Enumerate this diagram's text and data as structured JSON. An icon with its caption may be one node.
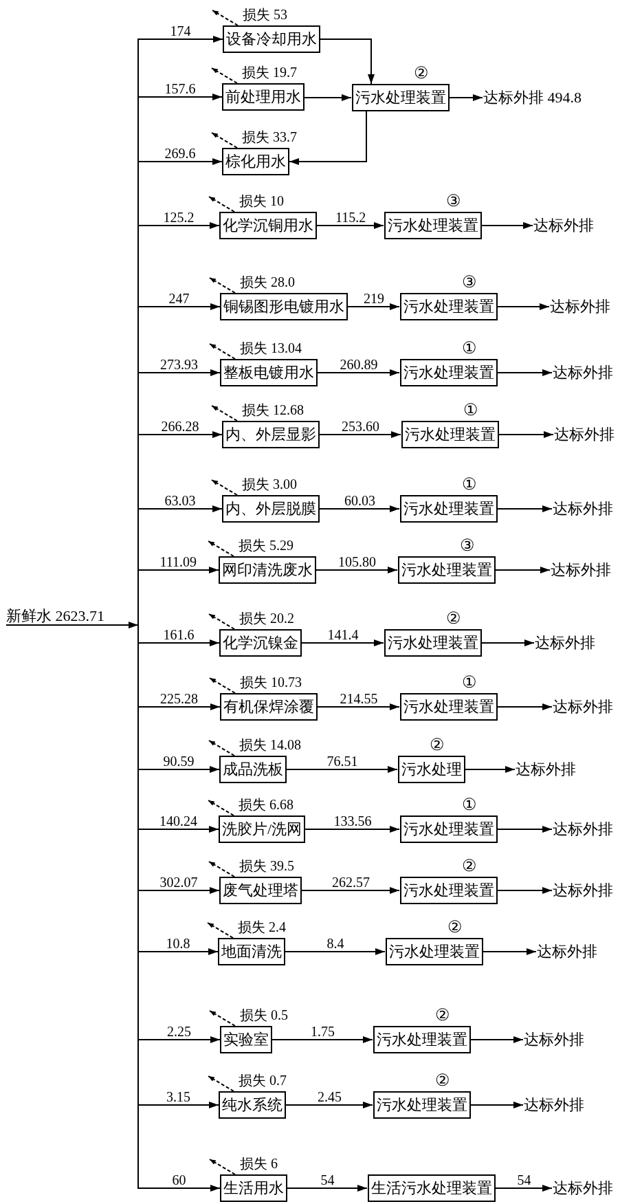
{
  "diagram": {
    "nodes": [
      {
        "text": [
          "新鲜水 2623.71"
        ]
      },
      {
        "text": [
          "设备冷却用水"
        ]
      },
      {
        "text": [
          "前处理用水"
        ]
      },
      {
        "text": [
          "污水处理装置"
        ],
        "beside": [
          "②"
        ]
      },
      {
        "text": [
          "达标外排 494.8"
        ]
      },
      {
        "text": [
          "棕化用水"
        ]
      },
      {
        "text": [
          "化学沉铜用水"
        ]
      },
      {
        "text": [
          "污水处理装置"
        ],
        "beside": [
          "③"
        ]
      },
      {
        "text": [
          "达标外排"
        ]
      },
      {
        "text": [
          "铜锡图形电镀用水"
        ]
      },
      {
        "text": [
          "污水处理装置"
        ],
        "beside": [
          "③"
        ]
      },
      {
        "text": [
          "达标外排"
        ]
      },
      {
        "text": [
          "整板电镀用水"
        ]
      },
      {
        "text": [
          "污水处理装置"
        ],
        "beside": [
          "①"
        ]
      },
      {
        "text": [
          "达标外排"
        ]
      },
      {
        "text": [
          "内、外层显影"
        ]
      },
      {
        "text": [
          "污水处理装置"
        ],
        "beside": [
          "①"
        ]
      },
      {
        "text": [
          "达标外排"
        ]
      },
      {
        "text": [
          "内、外层脱膜"
        ]
      },
      {
        "text": [
          "污水处理装置"
        ],
        "beside": [
          "①"
        ]
      },
      {
        "text": [
          "达标外排"
        ]
      },
      {
        "text": [
          "网印清洗废水"
        ]
      },
      {
        "text": [
          "污水处理装置"
        ],
        "beside": [
          "③"
        ]
      },
      {
        "text": [
          "达标外排"
        ]
      },
      {
        "text": [
          "化学沉镍金"
        ]
      },
      {
        "text": [
          "污水处理装置"
        ],
        "beside": [
          "②"
        ]
      },
      {
        "text": [
          "达标外排"
        ]
      },
      {
        "text": [
          "有机保焊涂覆"
        ]
      },
      {
        "text": [
          "污水处理装置"
        ],
        "beside": [
          "①"
        ]
      },
      {
        "text": [
          "达标外排"
        ]
      },
      {
        "text": [
          "成品洗板"
        ]
      },
      {
        "text": [
          "污水处理"
        ],
        "beside": [
          "②"
        ]
      },
      {
        "text": [
          "达标外排"
        ]
      },
      {
        "text": [
          "洗胶片/洗网"
        ]
      },
      {
        "text": [
          "污水处理装置"
        ],
        "beside": [
          "①"
        ]
      },
      {
        "text": [
          "达标外排"
        ]
      },
      {
        "text": [
          "废气处理塔"
        ]
      },
      {
        "text": [
          "污水处理装置"
        ],
        "beside": [
          "②"
        ]
      },
      {
        "text": [
          "达标外排"
        ]
      },
      {
        "text": [
          "地面清洗"
        ]
      },
      {
        "text": [
          "污水处理装置"
        ],
        "beside": [
          "②"
        ]
      },
      {
        "text": [
          "达标外排"
        ]
      },
      {
        "text": [
          "实验室"
        ]
      },
      {
        "text": [
          "污水处理装置"
        ],
        "beside": [
          "②"
        ]
      },
      {
        "text": [
          "达标外排"
        ]
      },
      {
        "text": [
          "纯水系统"
        ]
      },
      {
        "text": [
          "污水处理装置"
        ],
        "beside": [
          "②"
        ]
      },
      {
        "text": [
          "达标外排"
        ]
      },
      {
        "text": [
          "生活用水"
        ]
      },
      {
        "text": [
          "生活污水处理装置"
        ]
      },
      {
        "text": [
          "达标外排"
        ]
      }
    ],
    "edges": [
      {
        "from": 0,
        "to": 1,
        "arrow": "to",
        "label": "174"
      },
      {
        "from": 0,
        "to": 2,
        "arrow": "to",
        "label": "157.6"
      },
      {
        "from": 0,
        "to": 5,
        "arrow": "to",
        "label": "269.6"
      },
      {
        "from": 0,
        "to": 6,
        "arrow": "to",
        "label": "125.2"
      },
      {
        "from": 0,
        "to": 9,
        "arrow": "to",
        "label": "247"
      },
      {
        "from": 0,
        "to": 12,
        "arrow": "to",
        "label": "273.93"
      },
      {
        "from": 0,
        "to": 15,
        "arrow": "to",
        "label": "266.28"
      },
      {
        "from": 0,
        "to": 18,
        "arrow": "to",
        "label": "63.03"
      },
      {
        "from": 0,
        "to": 21,
        "arrow": "to",
        "label": "111.09"
      },
      {
        "from": 0,
        "to": 24,
        "arrow": "to",
        "label": "161.6"
      },
      {
        "from": 0,
        "to": 27,
        "arrow": "to",
        "label": "225.28"
      },
      {
        "from": 0,
        "to": 30,
        "arrow": "to",
        "label": "90.59"
      },
      {
        "from": 0,
        "to": 33,
        "arrow": "to",
        "label": "140.24"
      },
      {
        "from": 0,
        "to": 36,
        "arrow": "to",
        "label": "302.07"
      },
      {
        "from": 0,
        "to": 39,
        "arrow": "to",
        "label": "10.8"
      },
      {
        "from": 0,
        "to": 42,
        "arrow": "to",
        "label": "2.25"
      },
      {
        "from": 0,
        "to": 45,
        "arrow": "to",
        "label": "3.15"
      },
      {
        "from": 0,
        "to": 48,
        "arrow": "to",
        "label": "60"
      },
      {
        "from": 1,
        "to": 3,
        "arrow": "to"
      },
      {
        "from": 2,
        "to": 3,
        "arrow": "to"
      },
      {
        "from": 3,
        "to": 5,
        "arrow": "to"
      },
      {
        "from": 3,
        "to": 4,
        "arrow": "to"
      },
      {
        "from": 6,
        "to": 7,
        "arrow": "to",
        "label": "115.2"
      },
      {
        "from": 7,
        "to": 8,
        "arrow": "to"
      },
      {
        "from": 9,
        "to": 10,
        "arrow": "to",
        "label": "219"
      },
      {
        "from": 10,
        "to": 11,
        "arrow": "to"
      },
      {
        "from": 12,
        "to": 13,
        "arrow": "to",
        "label": "260.89"
      },
      {
        "from": 13,
        "to": 14,
        "arrow": "to"
      },
      {
        "from": 15,
        "to": 16,
        "arrow": "to",
        "label": "253.60"
      },
      {
        "from": 16,
        "to": 17,
        "arrow": "to"
      },
      {
        "from": 18,
        "to": 19,
        "arrow": "to",
        "label": "60.03"
      },
      {
        "from": 19,
        "to": 20,
        "arrow": "to"
      },
      {
        "from": 21,
        "to": 22,
        "arrow": "to",
        "label": "105.80"
      },
      {
        "from": 22,
        "to": 23,
        "arrow": "to"
      },
      {
        "from": 24,
        "to": 25,
        "arrow": "to",
        "label": "141.4"
      },
      {
        "from": 25,
        "to": 26,
        "arrow": "to"
      },
      {
        "from": 27,
        "to": 28,
        "arrow": "to",
        "label": "214.55"
      },
      {
        "from": 28,
        "to": 29,
        "arrow": "to"
      },
      {
        "from": 30,
        "to": 31,
        "arrow": "to",
        "label": "76.51"
      },
      {
        "from": 31,
        "to": 32,
        "arrow": "to"
      },
      {
        "from": 33,
        "to": 34,
        "arrow": "to",
        "label": "133.56"
      },
      {
        "from": 34,
        "to": 35,
        "arrow": "to"
      },
      {
        "from": 36,
        "to": 37,
        "arrow": "to",
        "label": "262.57"
      },
      {
        "from": 37,
        "to": 38,
        "arrow": "to"
      },
      {
        "from": 39,
        "to": 40,
        "arrow": "to",
        "label": "8.4"
      },
      {
        "from": 40,
        "to": 41,
        "arrow": "to"
      },
      {
        "from": 42,
        "to": 43,
        "arrow": "to",
        "label": "1.75"
      },
      {
        "from": 43,
        "to": 44,
        "arrow": "to"
      },
      {
        "from": 45,
        "to": 46,
        "arrow": "to",
        "label": "2.45"
      },
      {
        "from": 46,
        "to": 47,
        "arrow": "to"
      },
      {
        "from": 48,
        "to": 49,
        "arrow": "to",
        "label": "54"
      },
      {
        "from": 49,
        "to": 50,
        "arrow": "to",
        "label": "54"
      },
      {
        "from": 1,
        "to": null,
        "arrow": "to",
        "style": "dashed",
        "label": "损失 53"
      },
      {
        "from": 2,
        "to": null,
        "arrow": "to",
        "style": "dashed",
        "label": "损失 19.7"
      },
      {
        "from": 5,
        "to": null,
        "arrow": "to",
        "style": "dashed",
        "label": "损失 33.7"
      },
      {
        "from": 6,
        "to": null,
        "arrow": "to",
        "style": "dashed",
        "label": "损失 10"
      },
      {
        "from": 9,
        "to": null,
        "arrow": "to",
        "style": "dashed",
        "label": "损失 28.0"
      },
      {
        "from": 12,
        "to": null,
        "arrow": "to",
        "style": "dashed",
        "label": "损失 13.04"
      },
      {
        "from": 15,
        "to": null,
        "arrow": "to",
        "style": "dashed",
        "label": "损失 12.68"
      },
      {
        "from": 18,
        "to": null,
        "arrow": "to",
        "style": "dashed",
        "label": "损失 3.00"
      },
      {
        "from": 21,
        "to": null,
        "arrow": "to",
        "style": "dashed",
        "label": "损失 5.29"
      },
      {
        "from": 24,
        "to": null,
        "arrow": "to",
        "style": "dashed",
        "label": "损失 20.2"
      },
      {
        "from": 27,
        "to": null,
        "arrow": "to",
        "style": "dashed",
        "label": "损失 10.73"
      },
      {
        "from": 30,
        "to": null,
        "arrow": "to",
        "style": "dashed",
        "label": "损失 14.08"
      },
      {
        "from": 33,
        "to": null,
        "arrow": "to",
        "style": "dashed",
        "label": "损失 6.68"
      },
      {
        "from": 36,
        "to": null,
        "arrow": "to",
        "style": "dashed",
        "label": "损失 39.5"
      },
      {
        "from": 39,
        "to": null,
        "arrow": "to",
        "style": "dashed",
        "label": "损失 2.4"
      },
      {
        "from": 42,
        "to": null,
        "arrow": "to",
        "style": "dashed",
        "label": "损失 0.5"
      },
      {
        "from": 45,
        "to": null,
        "arrow": "to",
        "style": "dashed",
        "label": "损失 0.7"
      },
      {
        "from": 48,
        "to": null,
        "arrow": "to",
        "style": "dashed",
        "label": "损失 6"
      }
    ]
  }
}
